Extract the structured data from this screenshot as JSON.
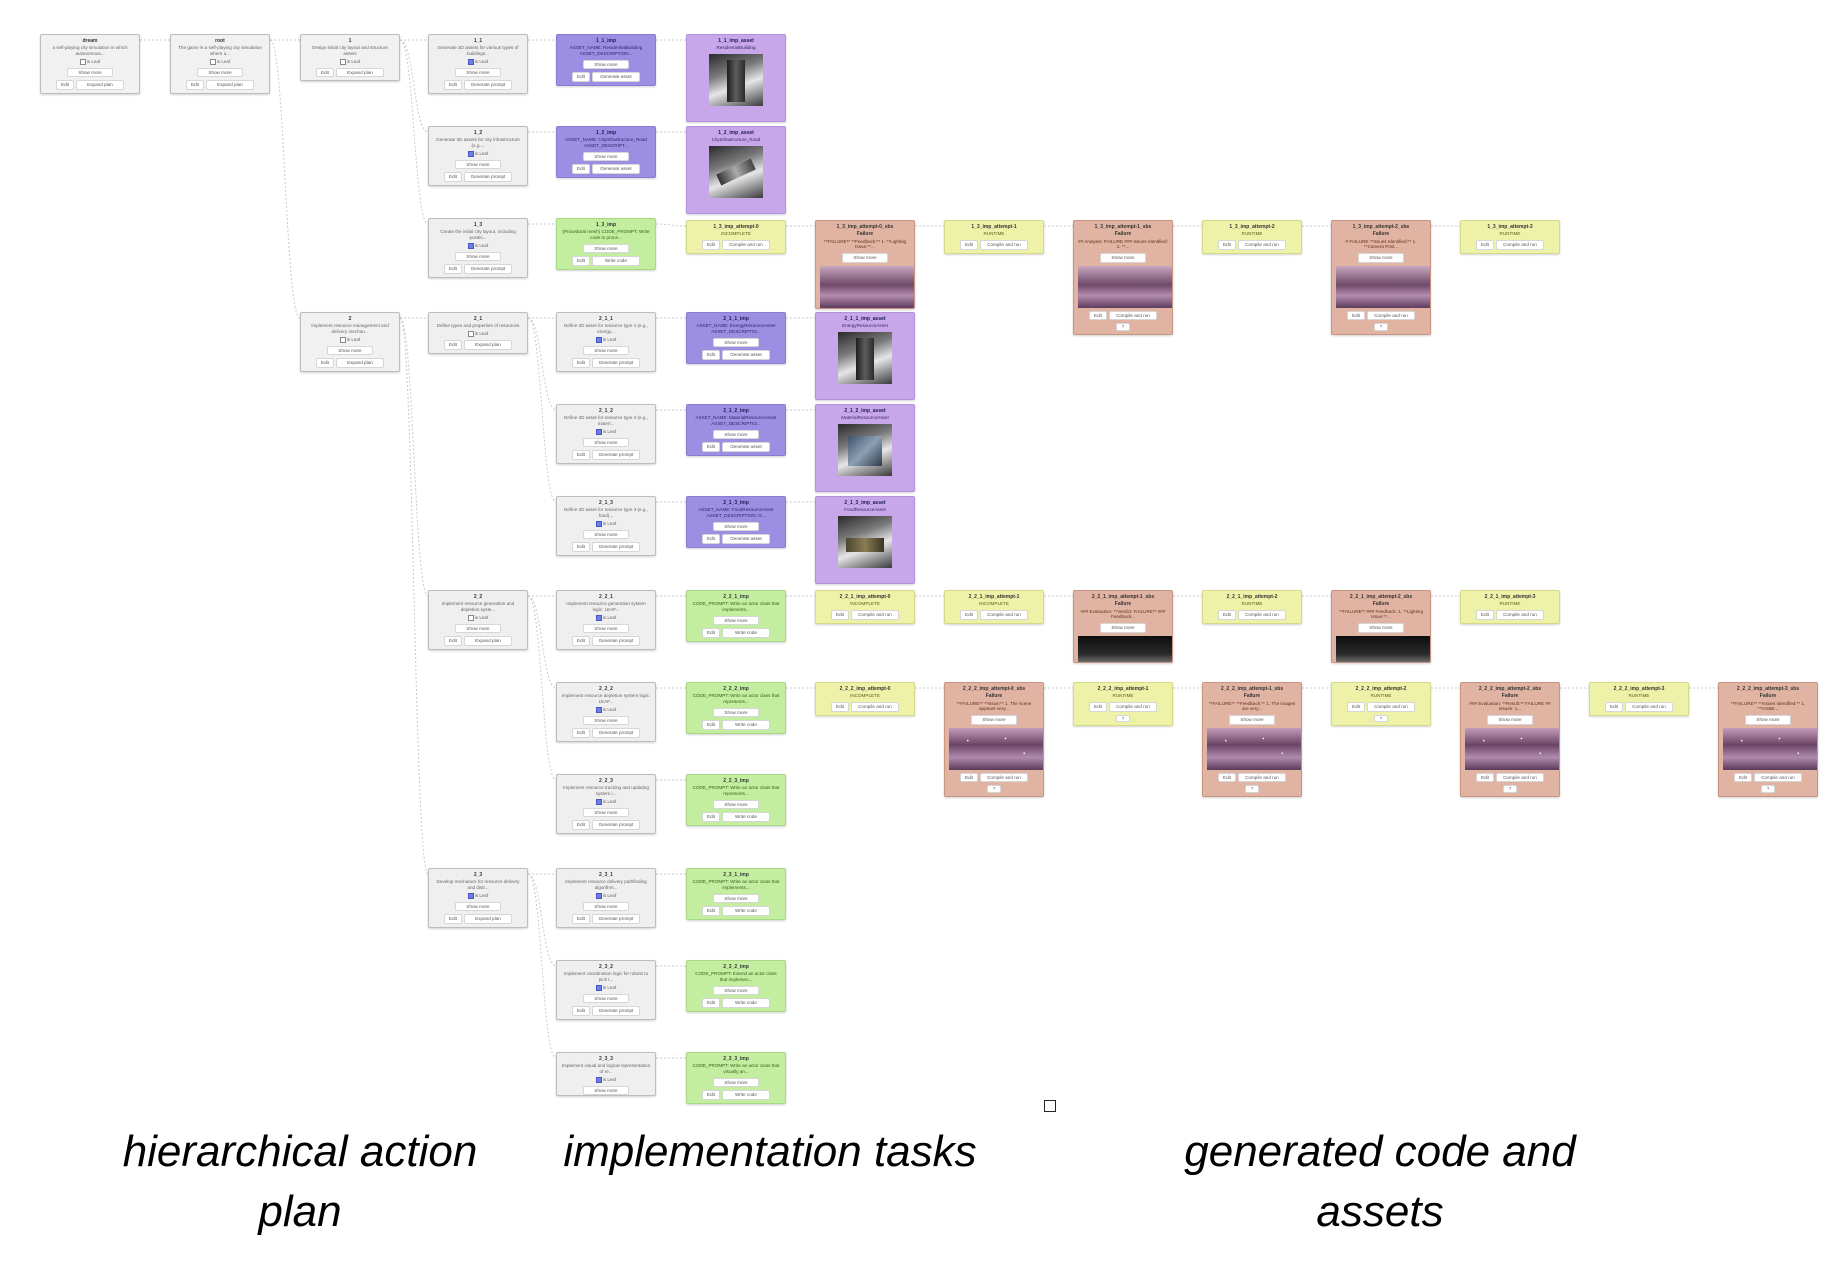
{
  "captions": {
    "plan": "hierarchical action plan",
    "tasks": "implementation tasks",
    "outputs": "generated code and assets"
  },
  "labels": {
    "is_leaf": "is Leaf",
    "show_more": "Show more",
    "edit": "Edit",
    "expand_plan": "Expand plan",
    "generate_prompt": "Generate prompt",
    "generate_asset": "Generate asset",
    "write_code": "Write code",
    "compile_and_run": "Compile and run",
    "question": "?"
  },
  "nodes": [
    {
      "id": "dream",
      "type": "plan",
      "title": "dream",
      "desc": "a self-playing city simulation in which autonomous...",
      "leaf": false,
      "actions": [
        "Edit",
        "Expand plan"
      ],
      "show_more": true
    },
    {
      "id": "root",
      "type": "plan",
      "title": "root",
      "desc": "The game is a self-playing city simulation where a...",
      "leaf": false,
      "actions": [
        "Edit",
        "Expand plan"
      ],
      "show_more": true
    },
    {
      "id": "n1",
      "type": "plan",
      "title": "1",
      "desc": "Design initial city layout and structure assets",
      "leaf": false,
      "actions": [
        "Edit",
        "Expand plan"
      ],
      "show_more": false
    },
    {
      "id": "n2",
      "type": "plan",
      "title": "2",
      "desc": "Implement resource management and delivery mechan...",
      "leaf": false,
      "actions": [
        "Edit",
        "Expand plan"
      ],
      "show_more": true
    },
    {
      "id": "n1_1",
      "type": "task",
      "title": "1_1",
      "desc": "Generate 3D assets for various types of buildings...",
      "leaf": true,
      "actions": [
        "Edit",
        "Generate prompt"
      ],
      "show_more": true
    },
    {
      "id": "n1_2",
      "type": "task",
      "title": "1_2",
      "desc": "Generate 3D assets for city infrastructure (e.g....",
      "leaf": true,
      "actions": [
        "Edit",
        "Generate prompt"
      ],
      "show_more": true
    },
    {
      "id": "n1_3",
      "type": "task",
      "title": "1_3",
      "desc": "Create the initial city layout, including positio...",
      "leaf": true,
      "actions": [
        "Edit",
        "Generate prompt"
      ],
      "show_more": true
    },
    {
      "id": "n2_1",
      "type": "task",
      "title": "2_1",
      "desc": "Define types and properties of resources",
      "leaf": false,
      "actions": [
        "Edit",
        "Expand plan"
      ],
      "show_more": false
    },
    {
      "id": "n2_2",
      "type": "task",
      "title": "2_2",
      "desc": "Implement resource generation and depletion syste...",
      "leaf": false,
      "actions": [
        "Edit",
        "Expand plan"
      ],
      "show_more": true
    },
    {
      "id": "n2_3",
      "type": "task",
      "title": "2_3",
      "desc": "Develop mechanics for resource delivery and distr...",
      "leaf": true,
      "actions": [
        "Edit",
        "Expand plan"
      ],
      "show_more": true
    },
    {
      "id": "n1_1_imp",
      "type": "asset",
      "title": "1_1_imp",
      "desc": "ASSET_NAME: ResidentialBuilding ASSET_DESCRIPTION...",
      "leaf": null,
      "actions": [
        "Edit",
        "Generate asset"
      ],
      "show_more": true
    },
    {
      "id": "n1_2_imp",
      "type": "asset",
      "title": "1_2_imp",
      "desc": "ASSET_NAME: CityInfrastructure_Road ASSET_DESCRIPT...",
      "leaf": null,
      "actions": [
        "Edit",
        "Generate asset"
      ],
      "show_more": true
    },
    {
      "id": "n1_3_imp",
      "type": "code",
      "title": "1_3_imp",
      "desc": "(Procedural mesh) CODE_PROMPT: Write code to proce...",
      "leaf": null,
      "actions": [
        "Edit",
        "Write code"
      ],
      "show_more": true
    },
    {
      "id": "n2_1_1",
      "type": "task",
      "title": "2_1_1",
      "desc": "Define 3D asset for resource type 1 (e.g., energy...",
      "leaf": true,
      "actions": [
        "Edit",
        "Generate prompt"
      ],
      "show_more": true
    },
    {
      "id": "n2_1_2",
      "type": "task",
      "title": "2_1_2",
      "desc": "Define 3D asset for resource type 2 (e.g., materi...",
      "leaf": true,
      "actions": [
        "Edit",
        "Generate prompt"
      ],
      "show_more": true
    },
    {
      "id": "n2_1_3",
      "type": "task",
      "title": "2_1_3",
      "desc": "Define 3D asset for resource type 3 (e.g., food)...",
      "leaf": true,
      "actions": [
        "Edit",
        "Generate prompt"
      ],
      "show_more": true
    },
    {
      "id": "n2_2_1",
      "type": "task",
      "title": "2_2_1",
      "desc": "Implement resource generation system logic: LEAF...",
      "leaf": true,
      "actions": [
        "Edit",
        "Generate prompt"
      ],
      "show_more": true
    },
    {
      "id": "n2_2_2",
      "type": "task",
      "title": "2_2_2",
      "desc": "Implement resource depletion system logic: LEAF...",
      "leaf": true,
      "actions": [
        "Edit",
        "Generate prompt"
      ],
      "show_more": true
    },
    {
      "id": "n2_2_3",
      "type": "task",
      "title": "2_2_3",
      "desc": "Implement resource tracking and updating system i...",
      "leaf": true,
      "actions": [
        "Edit",
        "Generate prompt"
      ],
      "show_more": true
    },
    {
      "id": "n2_3_1",
      "type": "task",
      "title": "2_3_1",
      "desc": "Implement resource delivery pathfinding algorithm...",
      "leaf": true,
      "actions": [
        "Edit",
        "Generate prompt"
      ],
      "show_more": true
    },
    {
      "id": "n2_3_2",
      "type": "task",
      "title": "2_3_2",
      "desc": "Implement coordination logic for robots to pick t...",
      "leaf": true,
      "actions": [
        "Edit",
        "Generate prompt"
      ],
      "show_more": true
    },
    {
      "id": "n2_3_3",
      "type": "task",
      "title": "2_3_3",
      "desc": "Implement visual and logical representation of re...",
      "leaf": true,
      "actions": [],
      "show_more": true
    },
    {
      "id": "n1_1_imp_asset",
      "type": "img",
      "title": "1_1_imp_asset",
      "desc": "ResidentialBuilding",
      "thumb": "tower"
    },
    {
      "id": "n1_2_imp_asset",
      "type": "img",
      "title": "1_2_imp_asset",
      "desc": "CityInfrastructure_Road",
      "thumb": "road"
    },
    {
      "id": "n2_1_1_imp",
      "type": "asset",
      "title": "2_1_1_imp",
      "desc": "ASSET_NAME: EnergyResourceAsset ASSET_DESCRIPTIO...",
      "actions": [
        "Edit",
        "Generate asset"
      ],
      "show_more": true
    },
    {
      "id": "n2_1_2_imp",
      "type": "asset",
      "title": "2_1_2_imp",
      "desc": "ASSET_NAME: MaterialResourceAsset ASSET_DESCRIPTIO...",
      "actions": [
        "Edit",
        "Generate asset"
      ],
      "show_more": true
    },
    {
      "id": "n2_1_3_imp",
      "type": "asset",
      "title": "2_1_3_imp",
      "desc": "ASSET_NAME: FoodResourceAsset ASSET_DESCRIPTION: G...",
      "actions": [
        "Edit",
        "Generate asset"
      ],
      "show_more": true
    },
    {
      "id": "n2_2_1_imp",
      "type": "code",
      "title": "2_2_1_imp",
      "desc": "CODE_PROMPT: Write an actor class that implements...",
      "actions": [
        "Edit",
        "Write code"
      ],
      "show_more": true
    },
    {
      "id": "n2_2_2_imp",
      "type": "code",
      "title": "2_2_2_imp",
      "desc": "CODE_PROMPT: Write an actor class that represents...",
      "actions": [
        "Edit",
        "Write code"
      ],
      "show_more": true
    },
    {
      "id": "n2_2_3_imp",
      "type": "code",
      "title": "2_2_3_imp",
      "desc": "CODE_PROMPT: Write an actor class that represents...",
      "actions": [
        "Edit",
        "Write code"
      ],
      "show_more": true
    },
    {
      "id": "n2_3_1_imp",
      "type": "code",
      "title": "2_3_1_imp",
      "desc": "CODE_PROMPT: Write an actor class that implements...",
      "actions": [
        "Edit",
        "Write code"
      ],
      "show_more": true
    },
    {
      "id": "n2_3_2_imp",
      "type": "code",
      "title": "2_3_2_imp",
      "desc": "CODE_PROMPT: Extend an actor class that implemen...",
      "actions": [
        "Edit",
        "Write code"
      ],
      "show_more": true
    },
    {
      "id": "n2_3_3_imp",
      "type": "code",
      "title": "2_3_3_imp",
      "desc": "CODE_PROMPT: Write an actor class that visually an...",
      "actions": [
        "Edit",
        "Write code"
      ],
      "show_more": true
    },
    {
      "id": "n1_3_a0",
      "type": "run",
      "title": "1_3_imp_attempt-0",
      "desc": "INCOMPLETE",
      "actions": [
        "Edit",
        "Compile and run"
      ]
    },
    {
      "id": "n1_3_a0_sbs",
      "type": "fail",
      "title": "1_3_imp_attempt-0_sbs",
      "status": "Failure",
      "desc": "**FAILURE** **Feedback:** 1. **Lighting Issue:**...",
      "show_more": true,
      "sky": "plain"
    },
    {
      "id": "n1_3_a1",
      "type": "run",
      "title": "1_3_imp_attempt-1",
      "desc": "RUNTIME",
      "actions": [
        "Edit",
        "Compile and run"
      ]
    },
    {
      "id": "n1_3_a1_sbs",
      "type": "fail",
      "title": "1_3_imp_attempt-1_sbs",
      "status": "Failure",
      "desc": "## Analysis: FAILURE ### Issues Identified: 1. **...",
      "show_more": true,
      "sky": "plain",
      "actions": [
        "Edit",
        "Compile and run"
      ],
      "q": true
    },
    {
      "id": "n1_3_a2",
      "type": "run",
      "title": "1_3_imp_attempt-2",
      "desc": "RUNTIME",
      "actions": [
        "Edit",
        "Compile and run"
      ]
    },
    {
      "id": "n1_3_a2_sbs",
      "type": "fail",
      "title": "1_3_imp_attempt-2_sbs",
      "status": "Failure",
      "desc": "# FAILURE **Issues Identified:** 1. **Camera Posi...",
      "show_more": true,
      "sky": "plain",
      "actions": [
        "Edit",
        "Compile and run"
      ],
      "q": true
    },
    {
      "id": "n1_3_a3",
      "type": "run",
      "title": "1_3_imp_attempt-3",
      "desc": "RUNTIME",
      "actions": [
        "Edit",
        "Compile and run"
      ]
    },
    {
      "id": "n2_1_1_imp_asset",
      "type": "img",
      "title": "2_1_1_imp_asset",
      "desc": "EnergyResourceAsset",
      "thumb": "tower"
    },
    {
      "id": "n2_1_2_imp_asset",
      "type": "img",
      "title": "2_1_2_imp_asset",
      "desc": "MaterialResourceAsset",
      "thumb": "cube"
    },
    {
      "id": "n2_1_3_imp_asset",
      "type": "img",
      "title": "2_1_3_imp_asset",
      "desc": "FoodResourceAsset",
      "thumb": "flat"
    },
    {
      "id": "n2_2_1_a0",
      "type": "run",
      "title": "2_2_1_imp_attempt-0",
      "desc": "INCOMPLETE",
      "actions": [
        "Edit",
        "Compile and run"
      ]
    },
    {
      "id": "n2_2_1_a1",
      "type": "run",
      "title": "2_2_1_imp_attempt-1",
      "desc": "INCOMPLETE",
      "actions": [
        "Edit",
        "Compile and run"
      ]
    },
    {
      "id": "n2_2_1_a1_sbs",
      "type": "fail",
      "title": "2_2_1_imp_attempt-1_sbs",
      "status": "Failure",
      "desc": "### Evaluation: **Verdict: FAILURE** ### Feedback...",
      "show_more": true,
      "sky": "dark"
    },
    {
      "id": "n2_2_1_a2",
      "type": "run",
      "title": "2_2_1_imp_attempt-2",
      "desc": "RUNTIME",
      "actions": [
        "Edit",
        "Compile and run"
      ]
    },
    {
      "id": "n2_2_1_a2_sbs",
      "type": "fail",
      "title": "2_2_1_imp_attempt-2_sbs",
      "status": "Failure",
      "desc": "**FAILURE** ### Feedback: 1. **Lighting Issue:**...",
      "show_more": true,
      "sky": "dark"
    },
    {
      "id": "n2_2_1_a3",
      "type": "run",
      "title": "2_2_1_imp_attempt-3",
      "desc": "RUNTIME",
      "actions": [
        "Edit",
        "Compile and run"
      ]
    },
    {
      "id": "n2_2_2_a0",
      "type": "run",
      "title": "2_2_2_imp_attempt-0",
      "desc": "INCOMPLETE",
      "actions": [
        "Edit",
        "Compile and run"
      ]
    },
    {
      "id": "n2_2_2_a0_sbs",
      "type": "fail",
      "title": "2_2_2_imp_attempt-0_sbs",
      "status": "Failure",
      "desc": "**FAILURE** **Issue:** 1. The scene appears very...",
      "show_more": true,
      "sky": "dots",
      "actions": [
        "Edit",
        "Compile and run"
      ],
      "q": true
    },
    {
      "id": "n2_2_2_a1",
      "type": "run",
      "title": "2_2_2_imp_attempt-1",
      "desc": "RUNTIME",
      "actions": [
        "Edit",
        "Compile and run"
      ],
      "q": true
    },
    {
      "id": "n2_2_2_a1_sbs",
      "type": "fail",
      "title": "2_2_2_imp_attempt-1_sbs",
      "status": "Failure",
      "desc": "**FAILURE** **Feedback:** 1. The images are very...",
      "show_more": true,
      "sky": "dots",
      "actions": [
        "Edit",
        "Compile and run"
      ],
      "q": true
    },
    {
      "id": "n2_2_2_a2",
      "type": "run",
      "title": "2_2_2_imp_attempt-2",
      "desc": "RUNTIME",
      "actions": [
        "Edit",
        "Compile and run"
      ],
      "q": true
    },
    {
      "id": "n2_2_2_a2_sbs",
      "type": "fail",
      "title": "2_2_2_imp_attempt-2_sbs",
      "status": "Failure",
      "desc": "### Evaluation: **Result:** FAILURE ## Issues: 1...",
      "show_more": true,
      "sky": "dots",
      "actions": [
        "Edit",
        "Compile and run"
      ],
      "q": true
    },
    {
      "id": "n2_2_2_a3",
      "type": "run",
      "title": "2_2_2_imp_attempt-3",
      "desc": "RUNTIME",
      "actions": [
        "Edit",
        "Compile and run"
      ]
    },
    {
      "id": "n2_2_2_a3_sbs",
      "type": "fail",
      "title": "2_2_2_imp_attempt-3_sbs",
      "status": "Failure",
      "desc": "**FAILURE** **Issues Identified:** 1. **VISIBI...",
      "show_more": true,
      "sky": "dots",
      "actions": [
        "Edit",
        "Compile and run"
      ],
      "q": true
    }
  ],
  "edges": [
    [
      "dream",
      "root"
    ],
    [
      "root",
      "n1"
    ],
    [
      "root",
      "n2"
    ],
    [
      "n1",
      "n1_1"
    ],
    [
      "n1",
      "n1_2"
    ],
    [
      "n1",
      "n1_3"
    ],
    [
      "n2",
      "n2_1"
    ],
    [
      "n2",
      "n2_2"
    ],
    [
      "n2",
      "n2_3"
    ],
    [
      "n1_1",
      "n1_1_imp"
    ],
    [
      "n1_2",
      "n1_2_imp"
    ],
    [
      "n1_3",
      "n1_3_imp"
    ],
    [
      "n1_1_imp",
      "n1_1_imp_asset"
    ],
    [
      "n1_2_imp",
      "n1_2_imp_asset"
    ],
    [
      "n1_3_imp",
      "n1_3_a0"
    ],
    [
      "n1_3_a0",
      "n1_3_a0_sbs"
    ],
    [
      "n1_3_a0_sbs",
      "n1_3_a1"
    ],
    [
      "n1_3_a1",
      "n1_3_a1_sbs"
    ],
    [
      "n1_3_a1_sbs",
      "n1_3_a2"
    ],
    [
      "n1_3_a2",
      "n1_3_a2_sbs"
    ],
    [
      "n1_3_a2_sbs",
      "n1_3_a3"
    ],
    [
      "n2_1",
      "n2_1_1"
    ],
    [
      "n2_1",
      "n2_1_2"
    ],
    [
      "n2_1",
      "n2_1_3"
    ],
    [
      "n2_1_1",
      "n2_1_1_imp"
    ],
    [
      "n2_1_2",
      "n2_1_2_imp"
    ],
    [
      "n2_1_3",
      "n2_1_3_imp"
    ],
    [
      "n2_1_1_imp",
      "n2_1_1_imp_asset"
    ],
    [
      "n2_1_2_imp",
      "n2_1_2_imp_asset"
    ],
    [
      "n2_1_3_imp",
      "n2_1_3_imp_asset"
    ],
    [
      "n2_2",
      "n2_2_1"
    ],
    [
      "n2_2",
      "n2_2_2"
    ],
    [
      "n2_2",
      "n2_2_3"
    ],
    [
      "n2_3",
      "n2_3_1"
    ],
    [
      "n2_3",
      "n2_3_2"
    ],
    [
      "n2_3",
      "n2_3_3"
    ],
    [
      "n2_2_1",
      "n2_2_1_imp"
    ],
    [
      "n2_2_2",
      "n2_2_2_imp"
    ],
    [
      "n2_2_3",
      "n2_2_3_imp"
    ],
    [
      "n2_3_1",
      "n2_3_1_imp"
    ],
    [
      "n2_3_2",
      "n2_3_2_imp"
    ],
    [
      "n2_3_3",
      "n2_3_3_imp"
    ],
    [
      "n2_2_1_imp",
      "n2_2_1_a0"
    ],
    [
      "n2_2_1_a0",
      "n2_2_1_a1"
    ],
    [
      "n2_2_1_a1",
      "n2_2_1_a1_sbs"
    ],
    [
      "n2_2_1_a1_sbs",
      "n2_2_1_a2"
    ],
    [
      "n2_2_1_a2",
      "n2_2_1_a2_sbs"
    ],
    [
      "n2_2_1_a2_sbs",
      "n2_2_1_a3"
    ],
    [
      "n2_2_2_imp",
      "n2_2_2_a0"
    ],
    [
      "n2_2_2_a0",
      "n2_2_2_a0_sbs"
    ],
    [
      "n2_2_2_a0_sbs",
      "n2_2_2_a1"
    ],
    [
      "n2_2_2_a1",
      "n2_2_2_a1_sbs"
    ],
    [
      "n2_2_2_a1_sbs",
      "n2_2_2_a2"
    ],
    [
      "n2_2_2_a2",
      "n2_2_2_a2_sbs"
    ],
    [
      "n2_2_2_a2_sbs",
      "n2_2_2_a3"
    ],
    [
      "n2_2_2_a3",
      "n2_2_2_a3_sbs"
    ]
  ]
}
